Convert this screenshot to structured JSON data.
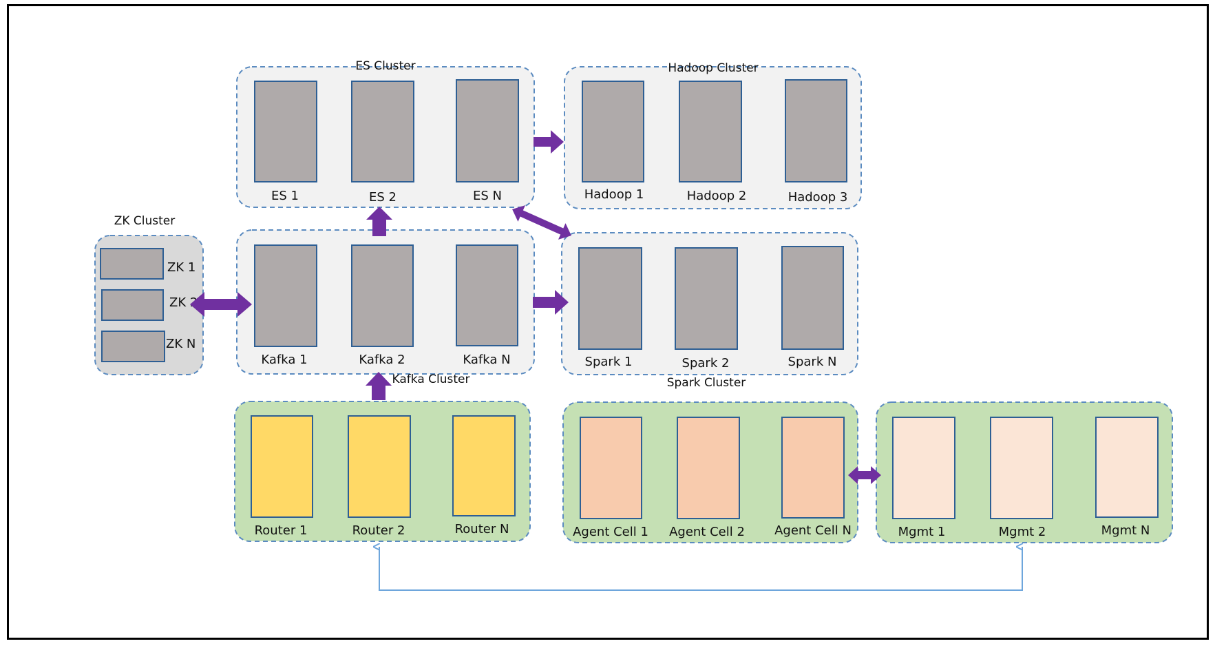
{
  "colors": {
    "server_gray": "#afaaaa",
    "router_yellow": "#ffd966",
    "agent_peach": "#f8cbad",
    "mgmt_light": "#fbe5d6",
    "cluster_gray": "#f2f2f2",
    "zk_gray": "#d9d9d9",
    "cluster_green": "#c5e0b4",
    "dashed_border": "#5b8bc0",
    "box_border": "#2e5f94",
    "arrow_purple": "#7030a0",
    "link_blue": "#6ea6dc"
  },
  "clusters": {
    "es": {
      "title": "ES Cluster",
      "nodes": [
        "ES 1",
        "ES 2",
        "ES N"
      ]
    },
    "hadoop": {
      "title": "Hadoop Cluster",
      "nodes": [
        "Hadoop 1",
        "Hadoop 2",
        "Hadoop 3"
      ]
    },
    "zk": {
      "title": "ZK Cluster",
      "nodes": [
        "ZK 1",
        "ZK 2",
        "ZK N"
      ]
    },
    "kafka": {
      "title": "Kafka Cluster",
      "nodes": [
        "Kafka 1",
        "Kafka 2",
        "Kafka N"
      ]
    },
    "spark": {
      "title": "Spark Cluster",
      "nodes": [
        "Spark 1",
        "Spark 2",
        "Spark N"
      ]
    },
    "router": {
      "nodes": [
        "Router 1",
        "Router 2",
        "Router N"
      ]
    },
    "agent": {
      "nodes": [
        "Agent Cell 1",
        "Agent Cell 2",
        "Agent Cell N"
      ]
    },
    "mgmt": {
      "nodes": [
        "Mgmt 1",
        "Mgmt 2",
        "Mgmt N"
      ]
    }
  }
}
